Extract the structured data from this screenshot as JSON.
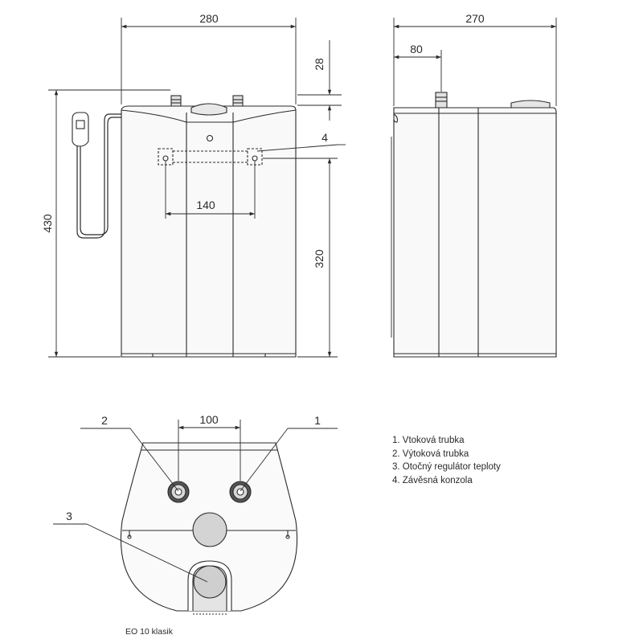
{
  "dimensions": {
    "front_width": "280",
    "side_depth": "270",
    "top_offset": "28",
    "side_offset": "80",
    "height_total": "430",
    "height_bracket": "320",
    "bracket_spacing": "140",
    "pipe_spacing": "100"
  },
  "callouts": {
    "c1": "1",
    "c2": "2",
    "c3": "3",
    "c4": "4"
  },
  "legend": [
    "1. Vtoková trubka",
    "2. Výtoková trubka",
    "3. Otočný regulátor teploty",
    "4. Závěsná konzola"
  ],
  "model": "EO 10 klasik",
  "colors": {
    "line": "#2a2a2a",
    "body_shade": "#f6f6f6",
    "part_gray": "#d4d4d4"
  }
}
